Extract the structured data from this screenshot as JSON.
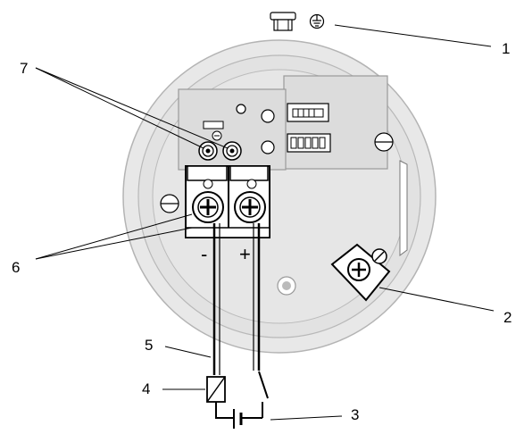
{
  "callouts": [
    {
      "id": "1",
      "label": "1"
    },
    {
      "id": "2",
      "label": "2"
    },
    {
      "id": "3",
      "label": "3"
    },
    {
      "id": "4",
      "label": "4"
    },
    {
      "id": "5",
      "label": "5"
    },
    {
      "id": "6",
      "label": "6"
    },
    {
      "id": "7",
      "label": "7"
    }
  ],
  "terminals": {
    "minus": "-",
    "plus": "+"
  },
  "icons": {
    "ground": "protective-earth-icon",
    "supply": "battery-symbol-icon",
    "load": "load-box-icon",
    "switch": "switch-symbol-icon"
  },
  "colors": {
    "line": "#000000",
    "housing": "#e8e8e8"
  }
}
